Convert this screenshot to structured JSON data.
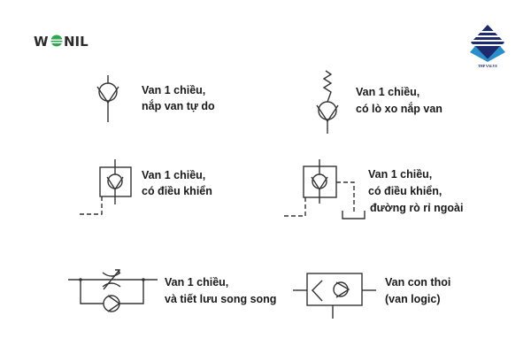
{
  "logos": {
    "left": {
      "text": "WONIL",
      "accent_color": "#2fa84f"
    },
    "right": {
      "text": "THP VALVE",
      "primary_color": "#1e2a6e",
      "secondary_color": "#2a8fc8"
    }
  },
  "symbols": [
    {
      "id": "check-valve-free",
      "label_lines": [
        "Van 1 chiều,",
        "nắp van tự do"
      ]
    },
    {
      "id": "check-valve-spring",
      "label_lines": [
        "Van 1 chiều,",
        "có lò xo nắp van"
      ]
    },
    {
      "id": "pilot-check-valve",
      "label_lines": [
        "Van 1 chiều,",
        "có điều khiển"
      ]
    },
    {
      "id": "pilot-check-valve-drain",
      "label_lines": [
        "Van 1 chiều,",
        "có điều khiển,",
        "đường rò rỉ ngoài"
      ]
    },
    {
      "id": "check-valve-throttle",
      "label_lines": [
        "Van 1 chiều,",
        "và tiết lưu song song"
      ]
    },
    {
      "id": "shuttle-valve",
      "label_lines": [
        "Van con thoi",
        "(van logic)"
      ]
    }
  ]
}
